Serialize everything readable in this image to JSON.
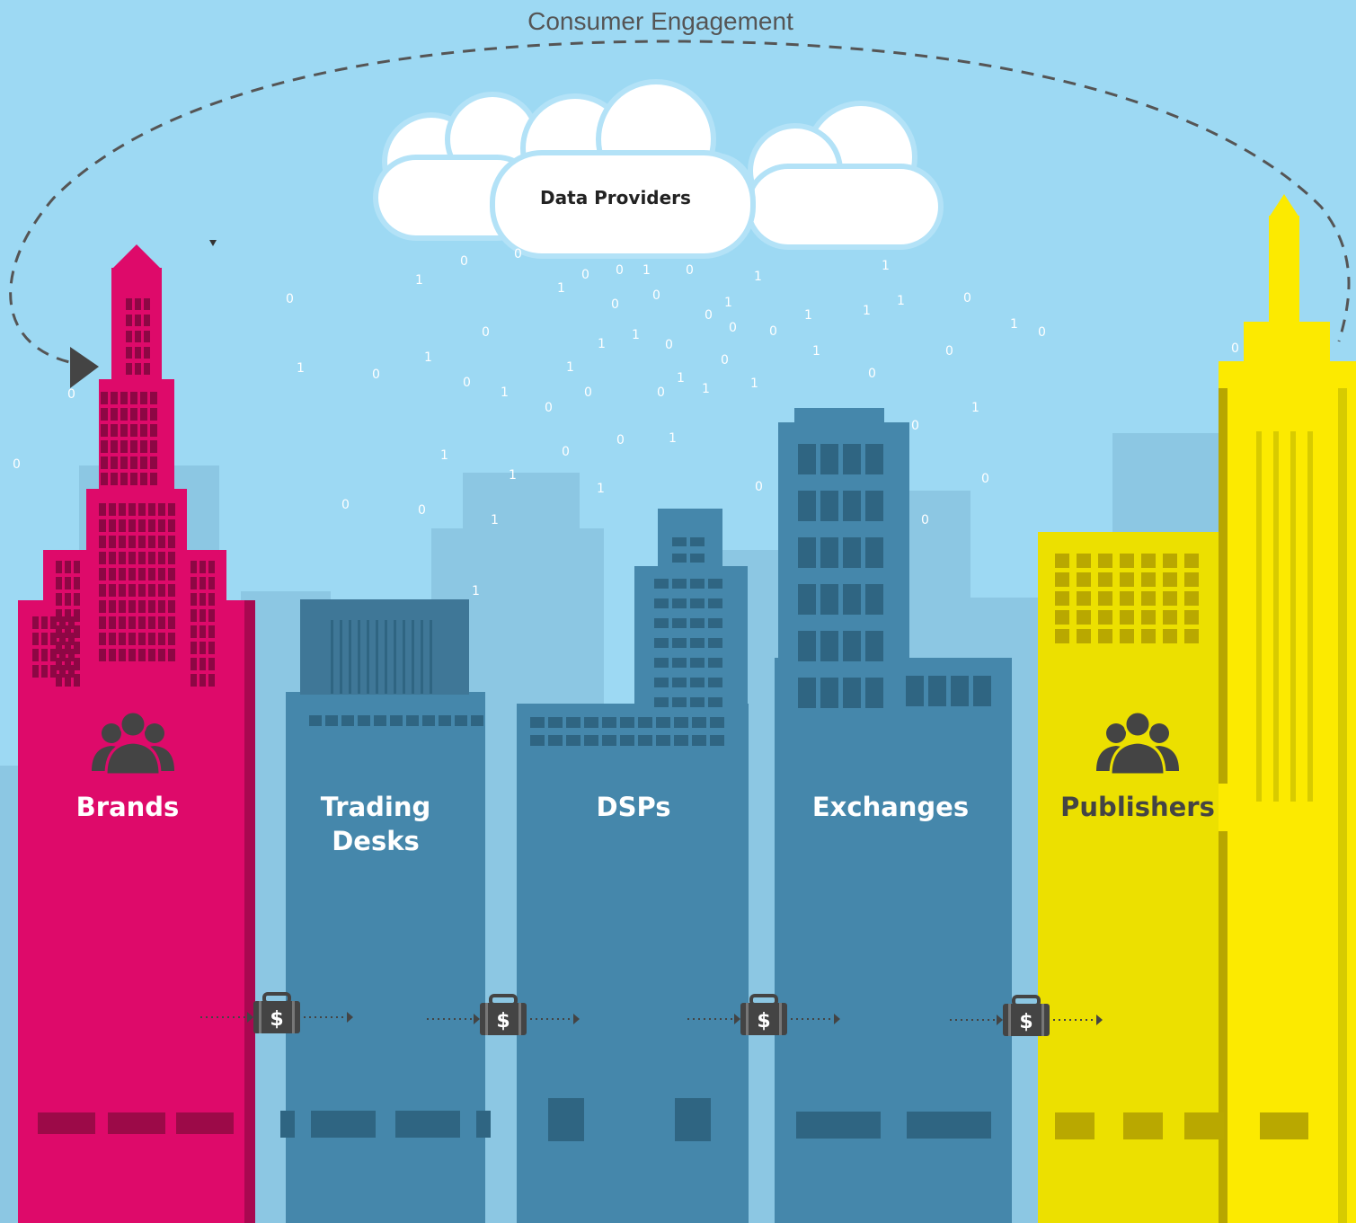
{
  "title": "Consumer Engagement",
  "cloud": {
    "label": "Data Providers",
    "icon": "cloud-icon"
  },
  "buildings": [
    {
      "key": "brands",
      "label": "Brands",
      "color": "#de0a6a",
      "text_color": "#ffffff"
    },
    {
      "key": "trading",
      "label": "Trading\nDesks",
      "color": "#4587ab",
      "text_color": "#ffffff"
    },
    {
      "key": "dsps",
      "label": "DSPs",
      "color": "#4587ab",
      "text_color": "#ffffff"
    },
    {
      "key": "exchanges",
      "label": "Exchanges",
      "color": "#4587ab",
      "text_color": "#ffffff"
    },
    {
      "key": "publishers",
      "label": "Publishers",
      "color": "#ece000",
      "text_color": "#444444"
    }
  ],
  "money_symbol": "$",
  "binary_digits": [
    "0",
    "1",
    "0",
    "1",
    "0",
    "0",
    "1",
    "0",
    "1",
    "1",
    "0",
    "0",
    "1",
    "0",
    "1",
    "0",
    "1",
    "1",
    "0",
    "1",
    "0",
    "0",
    "1",
    "0",
    "1",
    "0",
    "1",
    "0",
    "0",
    "1",
    "1",
    "0",
    "1",
    "0",
    "0",
    "1",
    "0",
    "1",
    "0",
    "1",
    "1",
    "0",
    "0",
    "1",
    "0",
    "1",
    "0",
    "1",
    "0",
    "1",
    "0",
    "0",
    "1",
    "0",
    "1",
    "0",
    "1",
    "0",
    "0",
    "1",
    "0",
    "1",
    "0",
    "1",
    "0",
    "0",
    "1",
    "0",
    "1",
    "0",
    "1",
    "0"
  ],
  "colors": {
    "sky": "#9dd9f3",
    "brands": "#de0a6a",
    "blue": "#4587ab",
    "publishers": "#ece000",
    "dark": "#444444"
  }
}
